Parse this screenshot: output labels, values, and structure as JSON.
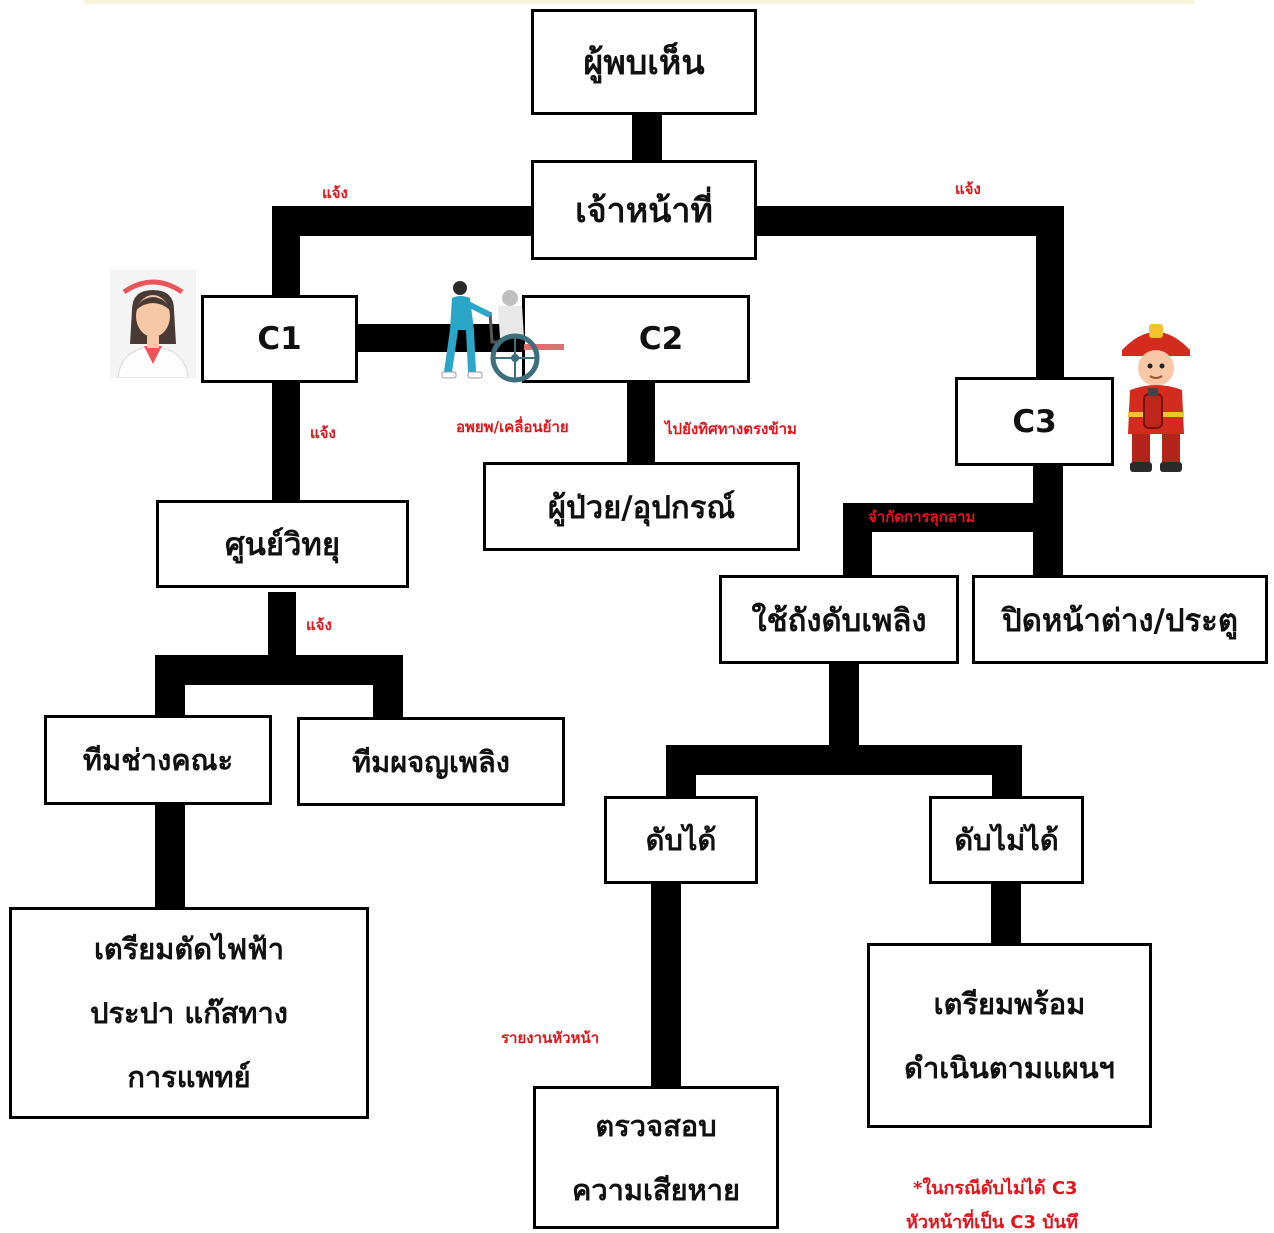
{
  "nodes": {
    "finder": "ผู้พบเห็น",
    "officer": "เจ้าหน้าที่",
    "c1": "C1",
    "c2": "C2",
    "c3": "C3",
    "radio_center": "ศูนย์วิทยุ",
    "patient_equipment": "ผู้ป่วย/อุปกรณ์",
    "use_extinguisher": "ใช้ถังดับเพลิง",
    "close_windows": "ปิดหน้าต่าง/ประตู",
    "tech_team": "ทีมช่างคณะ",
    "fire_team": "ทีมผจญเพลิง",
    "prepare_cutoff": [
      "เตรียมตัดไฟฟ้า",
      "ประปา แก๊สทาง",
      "การแพทย์"
    ],
    "extinguished": "ดับได้",
    "not_extinguished": "ดับไม่ได้",
    "inspect_damage": [
      "ตรวจสอบ",
      "ความเสียหาย"
    ],
    "prepare_plan": [
      "เตรียมพร้อม",
      "ดำเนินตามแผนฯ"
    ]
  },
  "labels": {
    "notify_left": "แจ้ง",
    "notify_right": "แจ้ง",
    "notify_c1_radio": "แจ้ง",
    "notify_radio_teams": "แจ้ง",
    "evacuate": "อพยพ/เคลื่อนย้าย",
    "opposite_direction": "ไปยังทิศทางตรงข้าม",
    "limit_spread": "จำกัดการลุกลาม",
    "report_head": "รายงานหัวหน้า"
  },
  "footnote": [
    "*ในกรณีดับไม่ได้ C3",
    "หัวหน้าที่เป็น C3 บันทึ"
  ],
  "colors": {
    "label_red": "#e0161c",
    "line": "#000000",
    "box_border": "#000000"
  },
  "icons": [
    "nurse-icon",
    "caregiver-wheelchair-icon",
    "firefighter-extinguisher-icon"
  ]
}
